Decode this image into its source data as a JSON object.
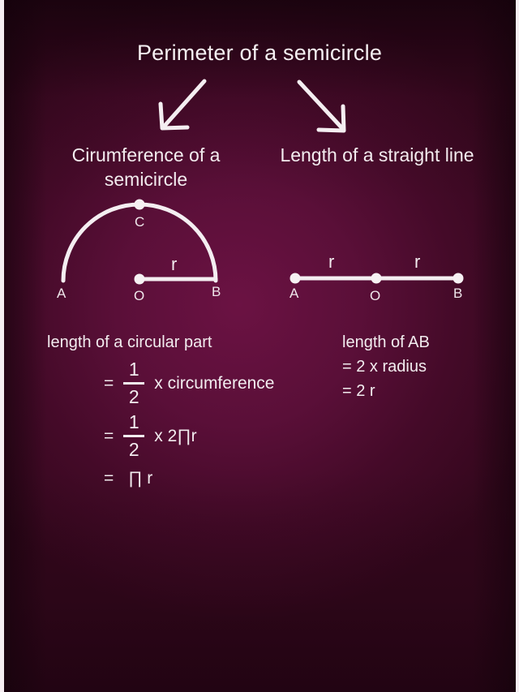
{
  "slide": {
    "title": "Perimeter of a semicircle",
    "background_dark": "#33071c",
    "background_mid": "#5a0f38",
    "background_glow": "#6b1243",
    "text_color": "#f3eef1",
    "edge_strip_color": "#f6eef2"
  },
  "branches": [
    {
      "id": "left",
      "label": "Cirumference of a semicircle"
    },
    {
      "id": "right",
      "label": "Length of a straight line"
    }
  ],
  "arrows": [
    {
      "id": "arrow-left",
      "direction": "down-left"
    },
    {
      "id": "arrow-right",
      "direction": "down-right"
    }
  ],
  "semicircle_diagram": {
    "arc_start_label": "A",
    "apex_label": "C",
    "center_label": "O",
    "arc_end_label": "B",
    "radius_label": "r"
  },
  "line_diagram": {
    "left_label": "A",
    "center_label": "O",
    "right_label": "B",
    "segment_left_label": "r",
    "segment_right_label": "r"
  },
  "left_formula": {
    "heading": "length of a circular part",
    "step1": {
      "eqsign": "=",
      "numerator": "1",
      "denominator": "2",
      "rhs": "x circumference"
    },
    "step2": {
      "eqsign": "=",
      "numerator": "1",
      "denominator": "2",
      "rhs": "x 2∏r"
    },
    "step3": {
      "eqsign": "=",
      "rhs": "∏ r"
    }
  },
  "right_formula": {
    "heading": "length of AB",
    "step1": "= 2 x radius",
    "step2": "= 2 r"
  }
}
